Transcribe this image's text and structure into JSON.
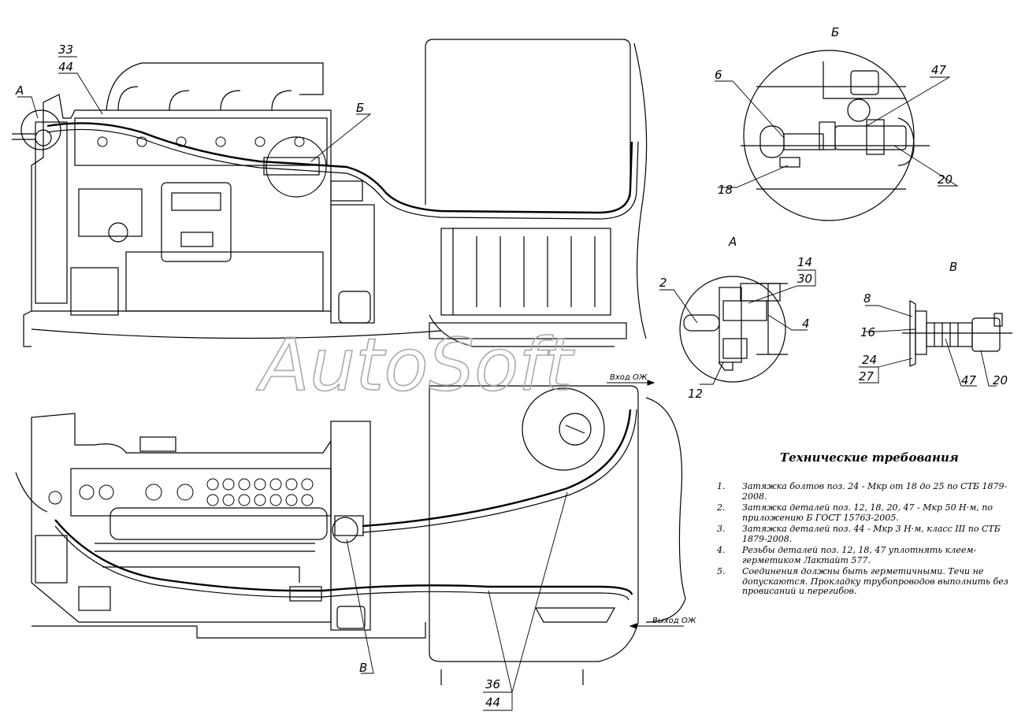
{
  "watermark": "AutoSoft",
  "views": {
    "a": "А",
    "b": "Б",
    "v": "В"
  },
  "labels": {
    "top_33": "33",
    "top_44": "44",
    "b_6": "6",
    "b_47": "47",
    "b_18": "18",
    "b_20": "20",
    "a_2": "2",
    "a_14": "14",
    "a_30": "30",
    "a_4": "4",
    "a_12": "12",
    "v_8": "8",
    "v_16": "16",
    "v_24": "24",
    "v_27": "27",
    "v_47": "47",
    "v_20": "20",
    "bot_36": "36",
    "bot_44": "44"
  },
  "flows": {
    "in": "Вход ОЖ",
    "out": "Выход ОЖ"
  },
  "requirements": {
    "title": "Технические требования",
    "items": [
      {
        "num": "1.",
        "text": "Затяжка болтов поз. 24 - Мкр от 18 до 25 по СТБ 1879-2008."
      },
      {
        "num": "2.",
        "text": "Затяжка деталей поз. 12, 18, 20, 47 - Мкр 50 Н·м, по приложению Б ГОСТ 15763-2005."
      },
      {
        "num": "3.",
        "text": "Затяжка деталей поз. 44 - Мкр 3 Н·м, класс III по СТБ 1879-2008."
      },
      {
        "num": "4.",
        "text": "Резьбы деталей поз. 12, 18, 47 уплотнять клеем-герметиком Лактайт 577."
      },
      {
        "num": "5.",
        "text": "Соединения должны быть герметичными. Течи не допускаются. Прокладку трубопроводов выполнить без провисаний и перегибов."
      }
    ]
  }
}
